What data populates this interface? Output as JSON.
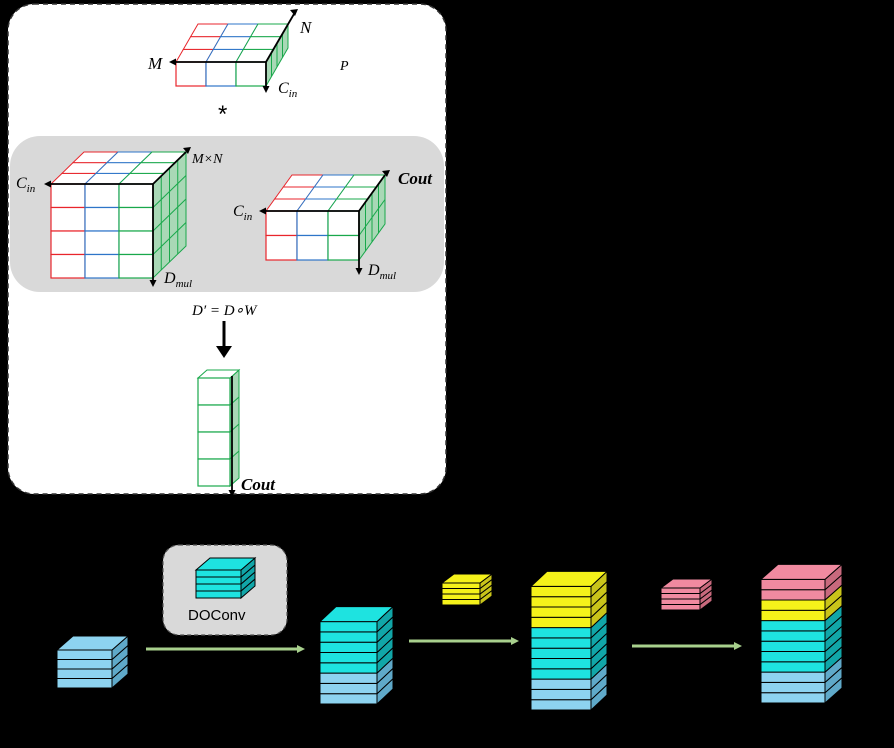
{
  "top_panel": {
    "kernel": {
      "label_m": "M",
      "label_n": "N",
      "label_cin": "C",
      "label_cin_sub": "in",
      "label_p": "P"
    },
    "operator": "*",
    "depthwise": {
      "label_cin": "C",
      "label_cin_sub": "in",
      "label_mn": "M×N",
      "label_dmul": "D",
      "label_dmul_sub": "mul"
    },
    "conventional": {
      "label_cout": "Cout",
      "label_cin": "C",
      "label_cin_sub": "in",
      "label_dmul": "D",
      "label_dmul_sub": "mul"
    },
    "formula": "D′ = D∘W",
    "result": {
      "label_cout": "Cout"
    }
  },
  "bottom_flow": {
    "doconv_label": "DOConv"
  },
  "colors": {
    "grid_red": "#e8262c",
    "grid_blue": "#2e75c8",
    "grid_green": "#19a84b",
    "side_green": "#a9d8b6",
    "light_blue": "#8dd3f0",
    "light_blue_dark": "#5fa9c9",
    "cyan": "#1ee3e0",
    "cyan_dark": "#11a6a8",
    "yellow": "#f5f21a",
    "yellow_dark": "#c9c41a",
    "pink": "#f08aa0",
    "pink_dark": "#c8697d",
    "arrow_green": "#a8d08d",
    "panel_bg": "#ffffff",
    "inner_panel": "#d9d9d9",
    "doconv_bg": "#d9d9d9"
  }
}
